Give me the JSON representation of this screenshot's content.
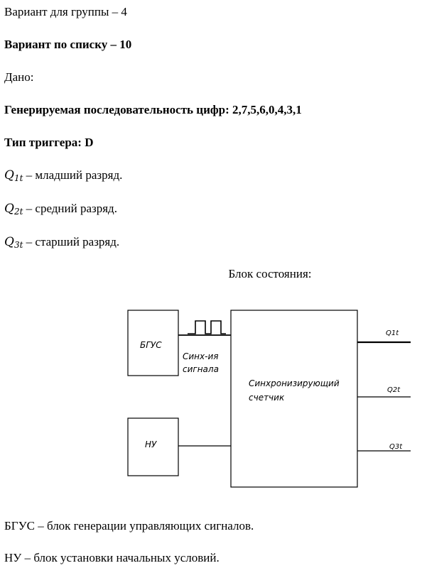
{
  "doc": {
    "variant_group": "Вариант для группы – 4",
    "variant_list": "Вариант по списку – 10",
    "given": "Дано:",
    "sequence": "Генерируемая последовательность цифр: 2,7,5,6,0,4,3,1",
    "trigger": "Тип триггера: D",
    "q1": {
      "sym": "Q",
      "sub": "1t",
      "desc": " – младший разряд."
    },
    "q2": {
      "sym": "Q",
      "sub": "2t",
      "desc": " – средний разряд."
    },
    "q3": {
      "sym": "Q",
      "sub": "3t",
      "desc": " – старший разряд."
    },
    "block_caption": "Блок состояния:",
    "def_bgus": "БГУС – блок генерации управляющих сигналов.",
    "def_nu": "НУ – блок установки начальных условий."
  },
  "diagram": {
    "bgus_label": "БГУС",
    "nu_label": "НУ",
    "signal_label_1": "Синх-ия",
    "signal_label_2": "сигнала",
    "counter_label_1": "Синхронизирующий",
    "counter_label_2": "счетчик",
    "out_q1": "Q1t",
    "out_q2": "Q2t",
    "out_q3": "Q3t"
  }
}
